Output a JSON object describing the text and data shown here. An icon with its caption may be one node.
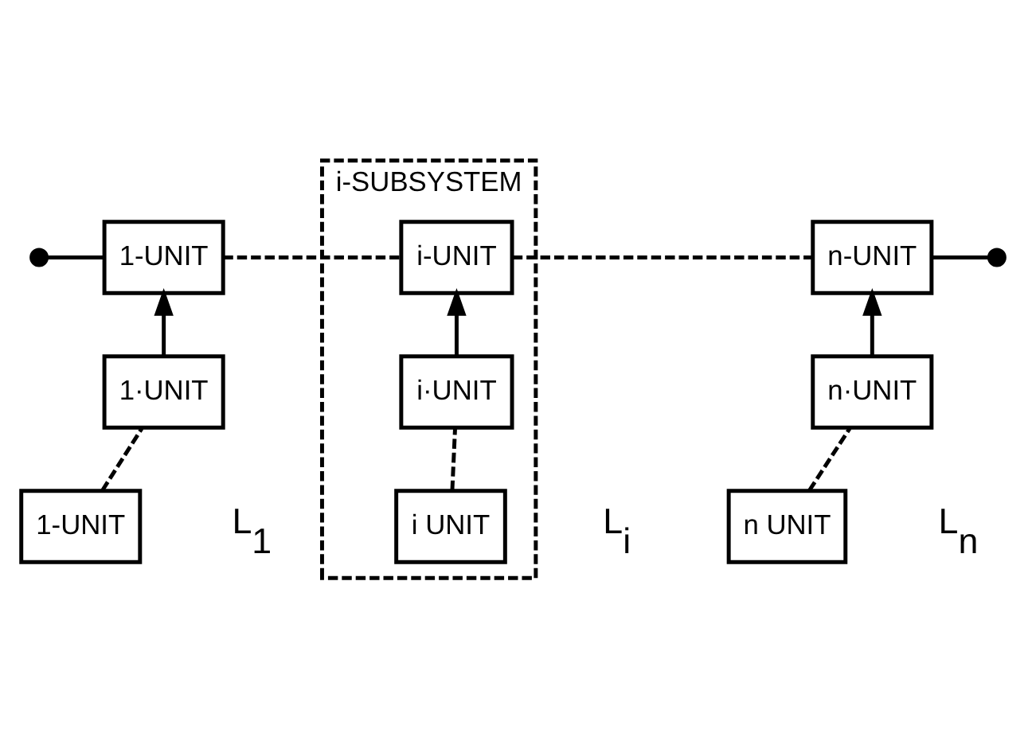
{
  "diagram": {
    "nodes": [
      {
        "text": [],
        "shape": "circle"
      },
      {
        "text": [
          "1-UNIT"
        ]
      },
      {
        "text": [
          "i-SUBSYSTEM"
        ]
      },
      {
        "text": [
          "i-UNIT"
        ],
        "in": 2
      },
      {
        "text": [
          "i·UNIT"
        ],
        "in": 2
      },
      {
        "text": [
          "i UNIT"
        ],
        "in": 2
      },
      {
        "text": [
          "n-UNIT"
        ]
      },
      {
        "text": [],
        "shape": "circle"
      },
      {
        "text": [
          "1·UNIT"
        ]
      },
      {
        "text": [
          "1-UNIT"
        ]
      },
      {
        "text": [
          "n·UNIT"
        ]
      },
      {
        "text": [
          "n UNIT"
        ]
      }
    ],
    "edges": [
      {
        "from": 0,
        "to": 1,
        "arrow": "none"
      },
      {
        "from": 1,
        "to": 3,
        "arrow": "none",
        "style": "dashed"
      },
      {
        "from": 3,
        "to": 6,
        "arrow": "none",
        "style": "dashed"
      },
      {
        "from": 6,
        "to": 7,
        "arrow": "none"
      },
      {
        "from": 8,
        "to": 1,
        "arrow": "to"
      },
      {
        "from": 9,
        "to": 8,
        "arrow": "none",
        "style": "dashed"
      },
      {
        "from": 4,
        "to": 3,
        "arrow": "to"
      },
      {
        "from": 5,
        "to": 4,
        "arrow": "none",
        "style": "dashed"
      },
      {
        "from": 10,
        "to": 6,
        "arrow": "to"
      },
      {
        "from": 11,
        "to": 10,
        "arrow": "none",
        "style": "dashed"
      }
    ],
    "labels": [
      "L$_{1}$",
      "L$_{i}$",
      "L$_{n}$"
    ]
  }
}
